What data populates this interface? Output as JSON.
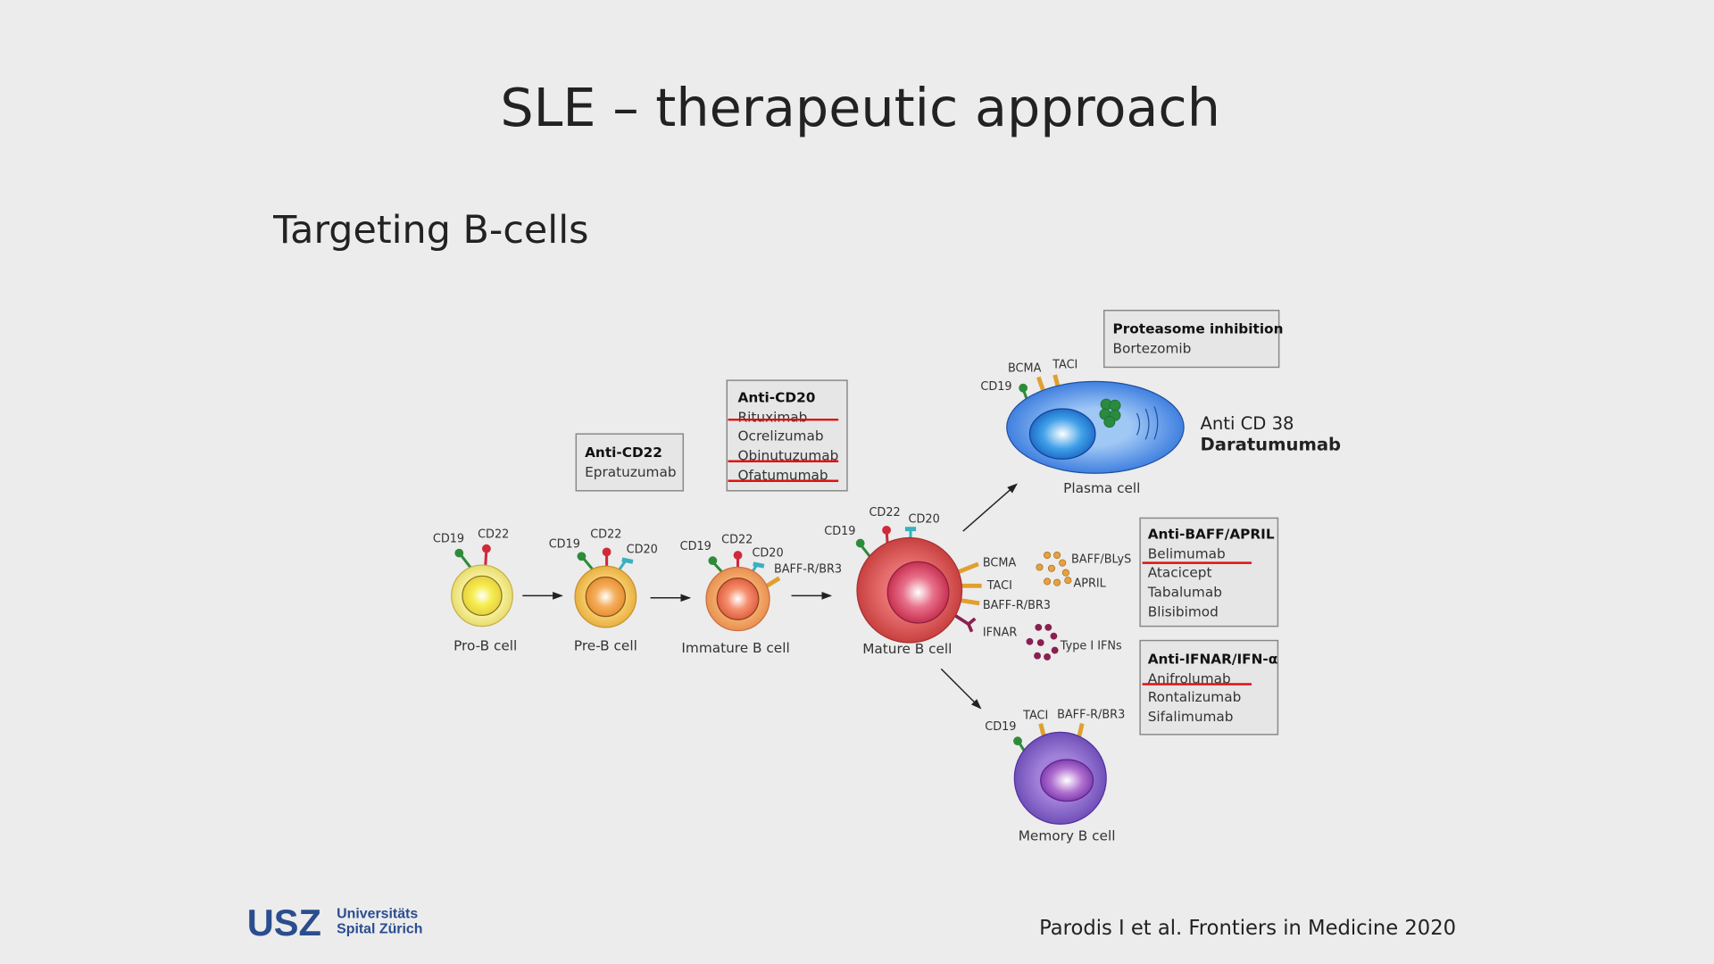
{
  "slide": {
    "title": "SLE – therapeutic approach",
    "subtitle": "Targeting B-cells",
    "citation": "Parodis I et al. Frontiers in Medicine 2020",
    "logo": {
      "mark": "USZ",
      "line1": "Universitäts",
      "line2": "Spital Zürich",
      "color": "#2a4d8f"
    }
  },
  "cells": {
    "pro_b": {
      "name": "Pro-B cell",
      "markers": [
        "CD19",
        "CD22"
      ]
    },
    "pre_b": {
      "name": "Pre-B cell",
      "markers": [
        "CD19",
        "CD22",
        "CD20"
      ]
    },
    "immature_b": {
      "name": "Immature B cell",
      "markers": [
        "CD19",
        "CD22",
        "CD20",
        "BAFF-R/BR3"
      ]
    },
    "mature_b": {
      "name": "Mature B cell",
      "markers": [
        "CD19",
        "CD22",
        "CD20",
        "BCMA",
        "TACI",
        "BAFF-R/BR3",
        "IFNAR"
      ]
    },
    "plasma": {
      "name": "Plasma cell",
      "markers": [
        "CD19",
        "BCMA",
        "TACI"
      ]
    },
    "memory_b": {
      "name": "Memory B cell",
      "markers": [
        "CD19",
        "TACI",
        "BAFF-R/BR3"
      ]
    }
  },
  "ligands": {
    "baff": "BAFF/BLyS",
    "april": "APRIL",
    "ifn": "Type I IFNs"
  },
  "boxes": {
    "anti_cd22": {
      "heading": "Anti-CD22",
      "drugs": [
        "Epratuzumab"
      ]
    },
    "anti_cd20": {
      "heading": "Anti-CD20",
      "drugs": [
        "Rituximab",
        "Ocrelizumab",
        "Obinutuzumab",
        "Ofatumumab"
      ],
      "underlined": [
        "Rituximab",
        "Obinutuzumab",
        "Ofatumumab"
      ]
    },
    "proteasome": {
      "heading": "Proteasome inhibition",
      "drugs": [
        "Bortezomib"
      ]
    },
    "anti_baff": {
      "heading": "Anti-BAFF/APRIL",
      "drugs": [
        "Belimumab",
        "Atacicept",
        "Tabalumab",
        "Blisibimod"
      ],
      "underlined": [
        "Belimumab"
      ]
    },
    "anti_ifnar": {
      "heading": "Anti-IFNAR/IFN-α",
      "drugs": [
        "Anifrolumab",
        "Rontalizumab",
        "Sifalimumab"
      ],
      "underlined": [
        "Anifrolumab"
      ]
    }
  },
  "anti_cd38": {
    "line1": "Anti CD 38",
    "line2": "Daratumumab"
  },
  "colors": {
    "underline": "#e01010",
    "cd19": "#2e8b3a",
    "cd22": "#d02a3a",
    "cd20": "#3ab0c0",
    "receptor": "#e0a030",
    "ifnar": "#8a2050"
  }
}
